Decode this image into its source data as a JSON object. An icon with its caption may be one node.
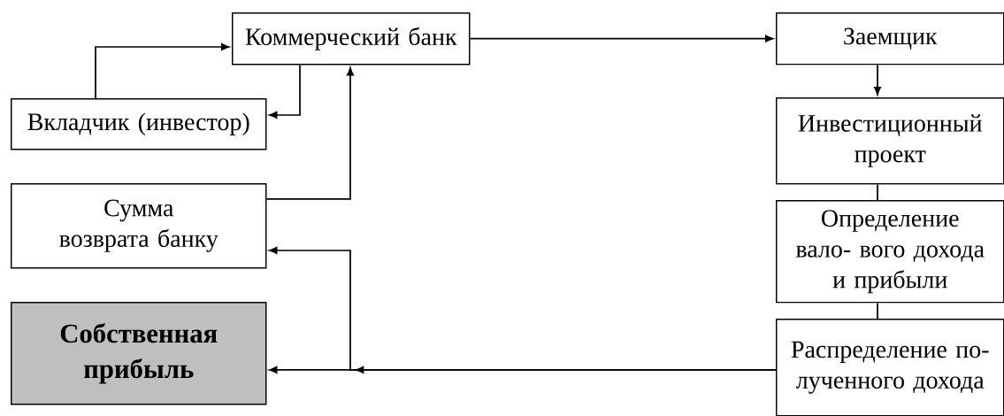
{
  "diagram": {
    "nodes": [
      {
        "text": [
          "Коммерческий банк"
        ]
      },
      {
        "text": [
          "Заемщик"
        ]
      },
      {
        "text": [
          "Вкладчик (инвестор)"
        ]
      },
      {
        "text": [
          "Инвестиционный проект"
        ]
      },
      {
        "text": [
          "Сумма возврата банку"
        ]
      },
      {
        "text": [
          "Определение вало- вого дохода и прибыли"
        ]
      },
      {
        "text": [
          "Собственная прибыль"
        ]
      },
      {
        "text": [
          "Распределение по- лученного дохода"
        ]
      }
    ],
    "edges": [
      {
        "from": 2,
        "to": 0,
        "arrow": "to"
      },
      {
        "from": 0,
        "to": 2,
        "arrow": "to"
      },
      {
        "from": 4,
        "to": 0,
        "arrow": "to"
      },
      {
        "from": 0,
        "to": 1,
        "arrow": "to"
      },
      {
        "from": 1,
        "to": 3,
        "arrow": "to"
      },
      {
        "from": 3,
        "to": 5,
        "arrow": "none"
      },
      {
        "from": 5,
        "to": 7,
        "arrow": "none"
      },
      {
        "from": 7,
        "to": 6,
        "arrow": "to"
      },
      {
        "from": 7,
        "to": 4,
        "arrow": "to"
      }
    ]
  }
}
